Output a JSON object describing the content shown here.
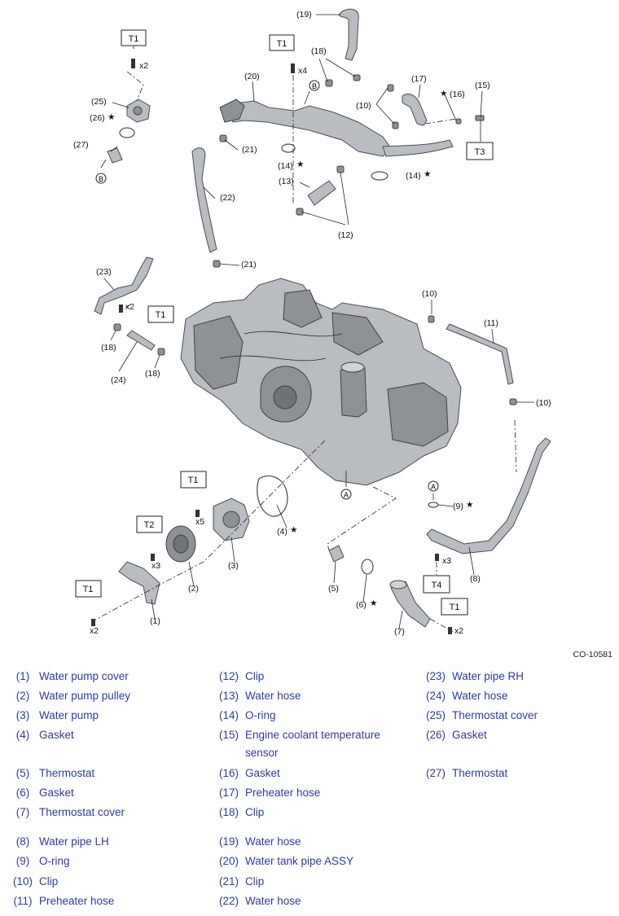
{
  "figure_code": "CO-10581",
  "callouts": {
    "c19": "(19)",
    "c18a": "(18)",
    "c17": "(17)",
    "c16": "(16)",
    "c15": "(15)",
    "c20": "(20)",
    "c10a": "(10)",
    "c25": "(25)",
    "c26": "(26)",
    "c27": "(27)",
    "c21a": "(21)",
    "c14a": "(14)",
    "c14b": "(14)",
    "c13": "(13)",
    "c12": "(12)",
    "c22": "(22)",
    "c21b": "(21)",
    "c23": "(23)",
    "c18b": "(18)",
    "c18c": "(18)",
    "c24": "(24)",
    "c10b": "(10)",
    "c11": "(11)",
    "c10c": "(10)",
    "c9": "(9)",
    "c4": "(4)",
    "c3": "(3)",
    "c2": "(2)",
    "c1": "(1)",
    "c5": "(5)",
    "c6": "(6)",
    "c7": "(7)",
    "c8": "(8)"
  },
  "torque_boxes": {
    "t_a": "T1",
    "t_b": "T1",
    "t_c": "T3",
    "t_d": "T1",
    "t_e": "T1",
    "t_f": "T2",
    "t_g": "T1",
    "t_h": "T4",
    "t_i": "T1"
  },
  "quantities": {
    "q_a": "x2",
    "q_b": "x4",
    "q_c": "x2",
    "q_d": "x5",
    "q_e": "x3",
    "q_f": "x2",
    "q_g": "x3",
    "q_h": "x2"
  },
  "markers": {
    "star": "★",
    "ref_a": "A",
    "ref_b": "B"
  },
  "legend": [
    {
      "num": "(1)",
      "name": "Water pump cover"
    },
    {
      "num": "(2)",
      "name": "Water pump pulley"
    },
    {
      "num": "(3)",
      "name": "Water pump"
    },
    {
      "num": "(4)",
      "name": "Gasket"
    },
    {
      "num": "(5)",
      "name": "Thermostat"
    },
    {
      "num": "(6)",
      "name": "Gasket"
    },
    {
      "num": "(7)",
      "name": "Thermostat cover"
    },
    {
      "num": "(8)",
      "name": "Water pipe LH"
    },
    {
      "num": "(9)",
      "name": "O-ring"
    },
    {
      "num": "(10)",
      "name": "Clip"
    },
    {
      "num": "(11)",
      "name": "Preheater hose"
    },
    {
      "num": "(12)",
      "name": "Clip"
    },
    {
      "num": "(13)",
      "name": "Water hose"
    },
    {
      "num": "(14)",
      "name": "O-ring"
    },
    {
      "num": "(15)",
      "name": "Engine coolant temperature sensor"
    },
    {
      "num": "(16)",
      "name": "Gasket"
    },
    {
      "num": "(17)",
      "name": "Preheater hose"
    },
    {
      "num": "(18)",
      "name": "Clip"
    },
    {
      "num": "(19)",
      "name": "Water hose"
    },
    {
      "num": "(20)",
      "name": "Water tank pipe ASSY"
    },
    {
      "num": "(21)",
      "name": "Clip"
    },
    {
      "num": "(22)",
      "name": "Water hose"
    },
    {
      "num": "(23)",
      "name": "Water pipe RH"
    },
    {
      "num": "(24)",
      "name": "Water hose"
    },
    {
      "num": "(25)",
      "name": "Thermostat cover"
    },
    {
      "num": "(26)",
      "name": "Gasket"
    },
    {
      "num": "(27)",
      "name": "Thermostat"
    }
  ]
}
